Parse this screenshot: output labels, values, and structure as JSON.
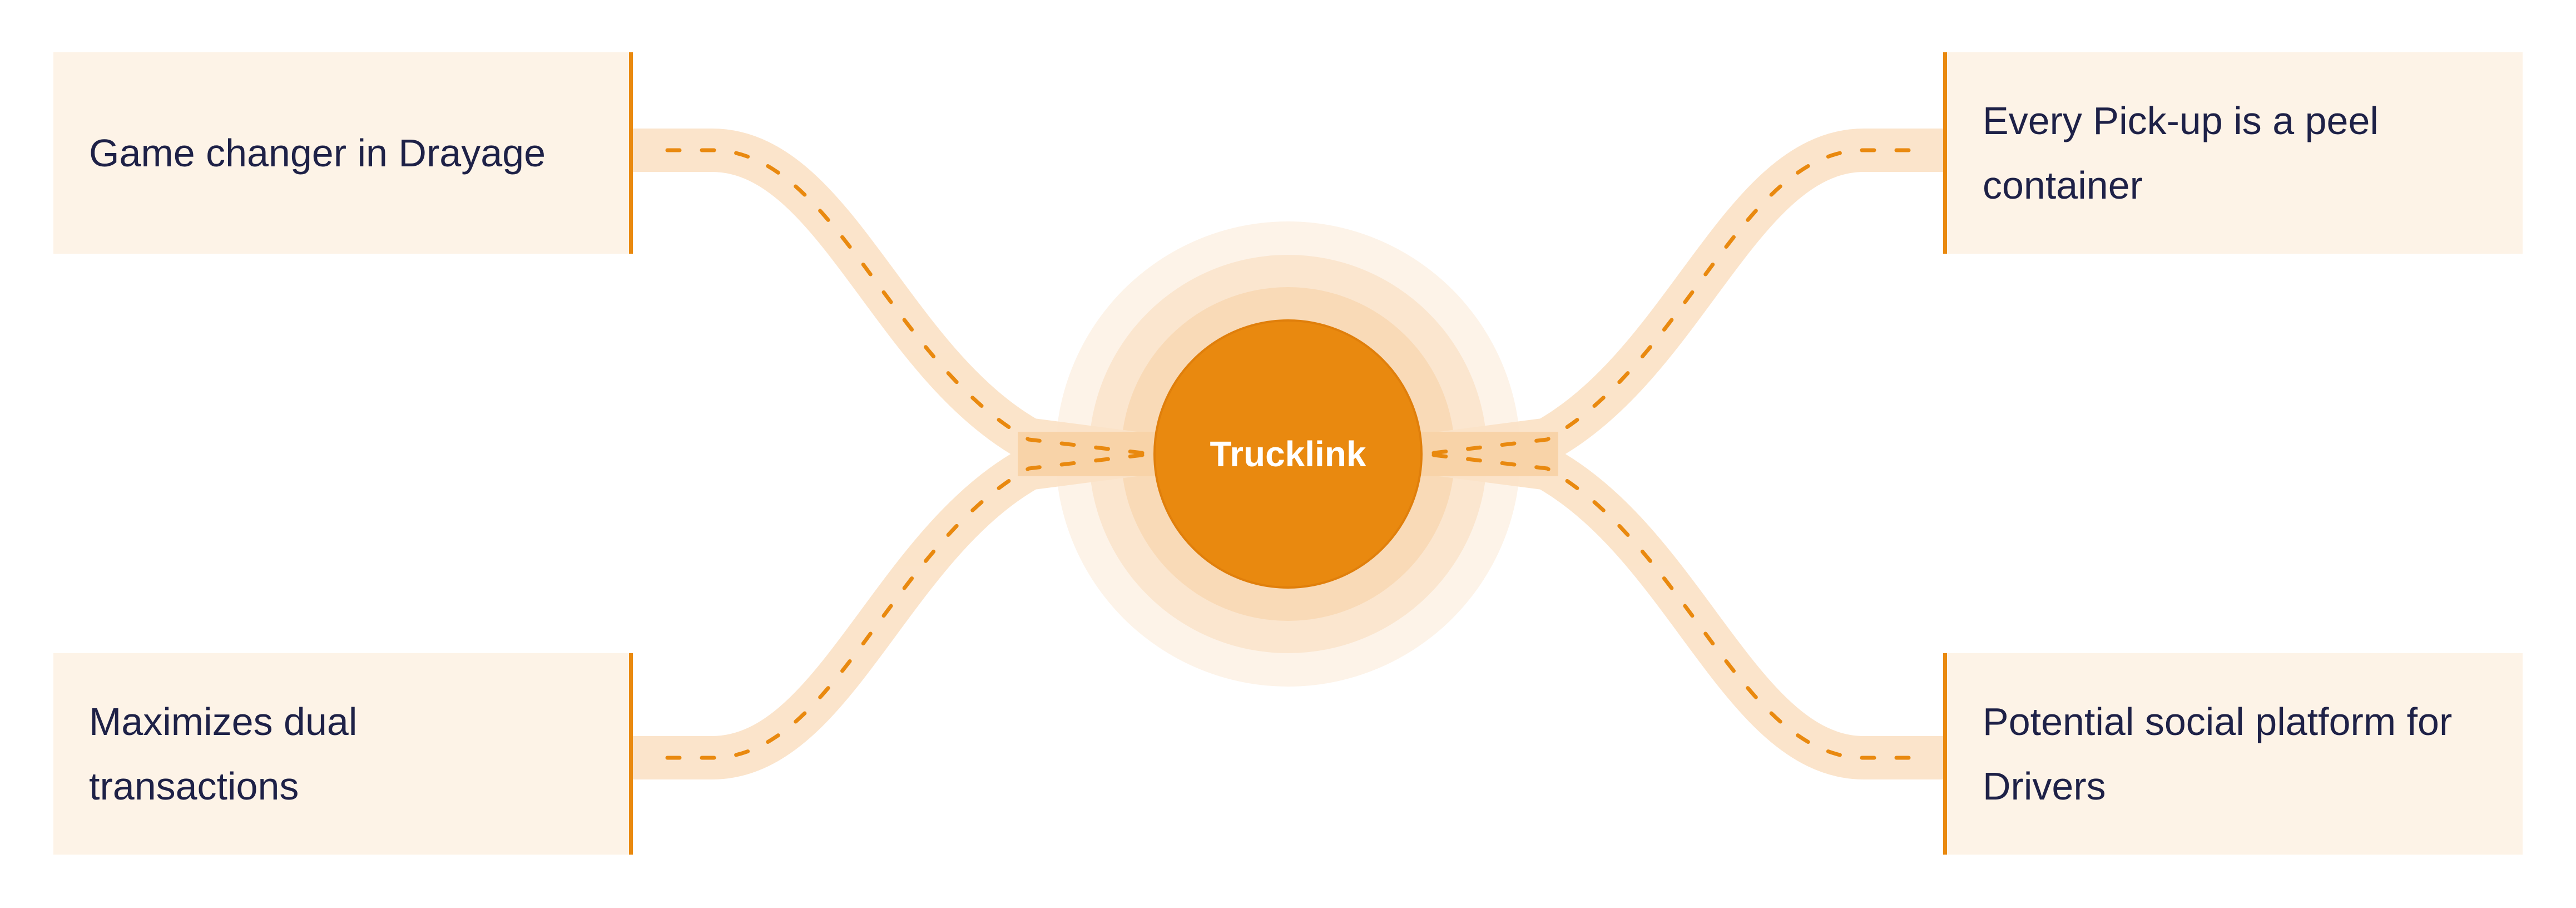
{
  "hub": {
    "label": "Trucklink"
  },
  "cards": {
    "top_left": "Game changer in Drayage",
    "bottom_left": "Maximizes dual transactions",
    "top_right": "Every Pick-up is a peel container",
    "bottom_right": "Potential social platform for Drivers"
  },
  "colors": {
    "accent": "#e9890f",
    "card_bg": "#fdf3e7",
    "road": "#fce7d0",
    "text": "#1e2147",
    "hub_text": "#ffffff"
  }
}
